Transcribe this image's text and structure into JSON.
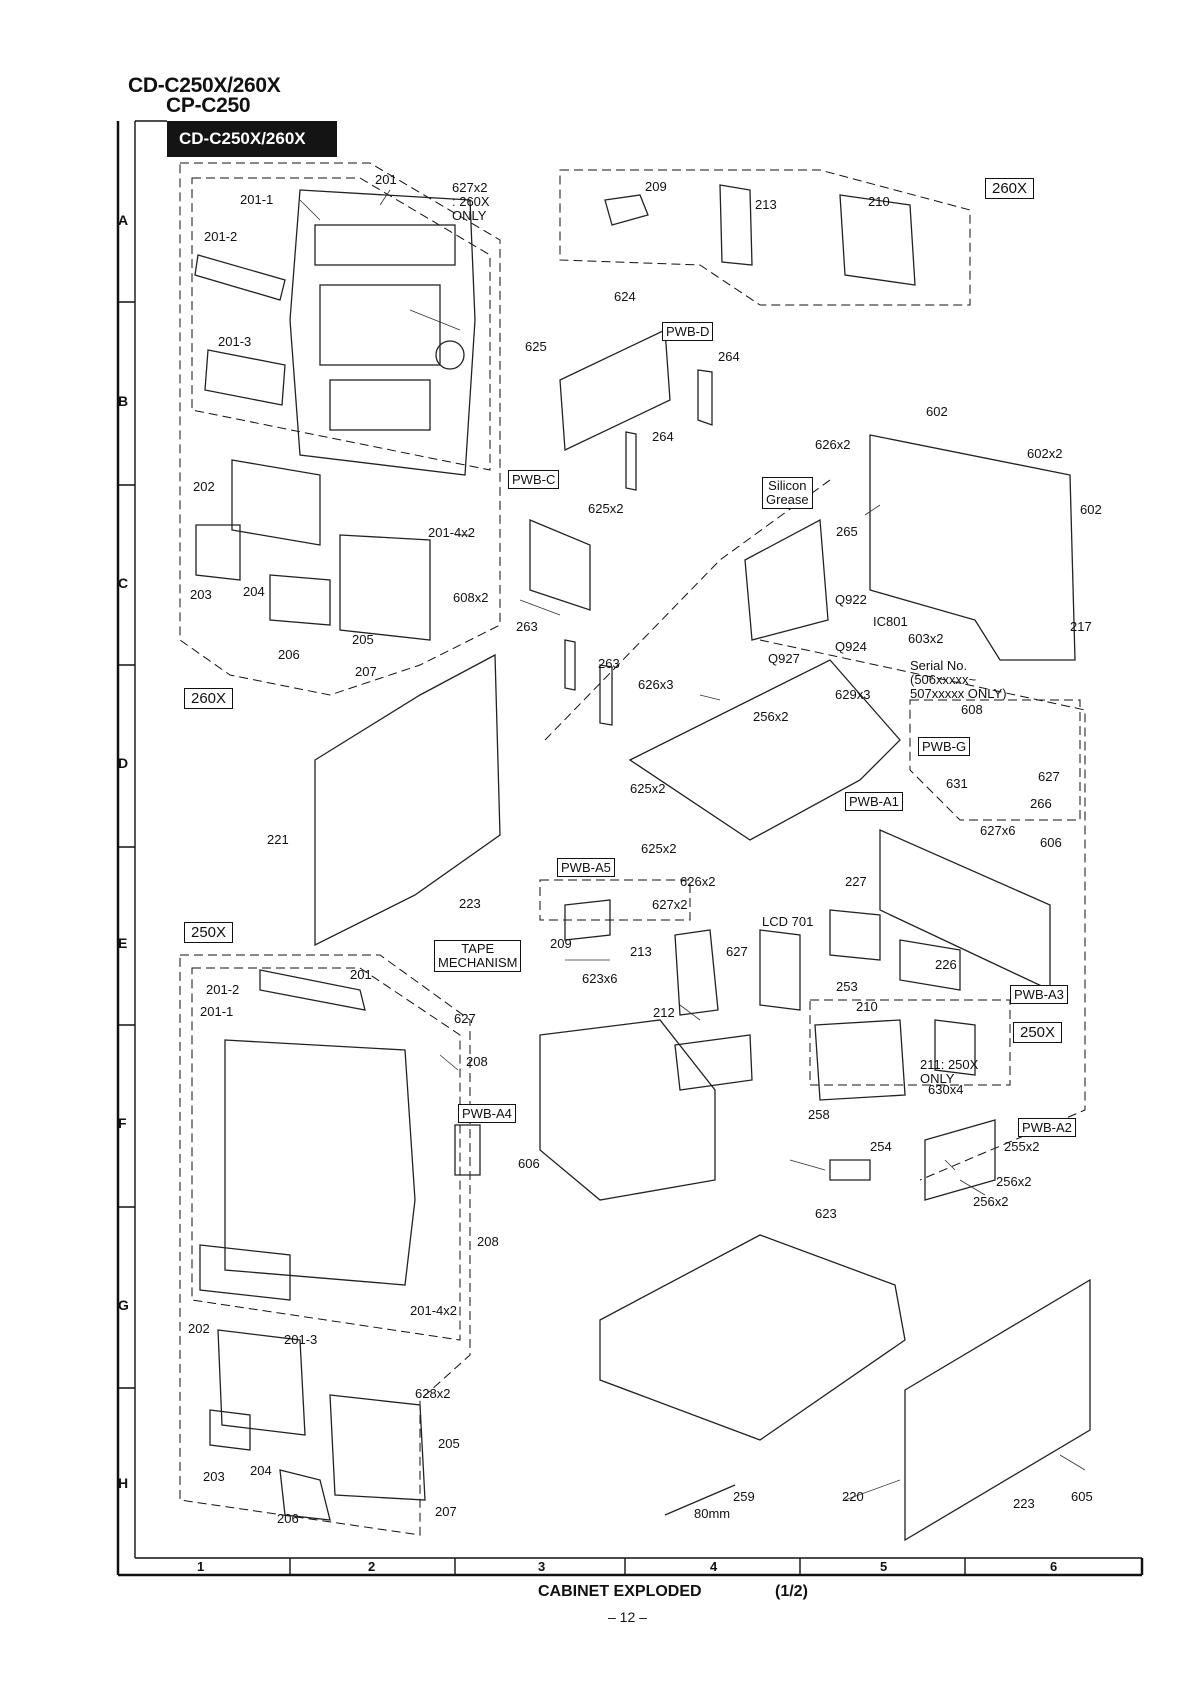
{
  "header": {
    "model_line1": "CD-C250X/260X",
    "model_line2": "CP-C250",
    "banner": "CD-C250X/260X"
  },
  "grid": {
    "rows": [
      "A",
      "B",
      "C",
      "D",
      "E",
      "F",
      "G",
      "H"
    ],
    "columns": [
      "1",
      "2",
      "3",
      "4",
      "5",
      "6"
    ]
  },
  "footer": {
    "caption": "CABINET EXPLODED",
    "part": "(1/2)",
    "page": "– 12 –"
  },
  "variant_tags": {
    "v260x_top": "260X",
    "v260x_left": "260X",
    "v250x_left": "250X",
    "v250x_right": "250X"
  },
  "boards": {
    "pwb_d": "PWB-D",
    "pwb_c": "PWB-C",
    "pwb_g": "PWB-G",
    "pwb_a1": "PWB-A1",
    "pwb_a5": "PWB-A5",
    "pwb_a4": "PWB-A4",
    "pwb_a3": "PWB-A3",
    "pwb_a2": "PWB-A2",
    "tape_mechanism": "TAPE\nMECHANISM",
    "silicon_grease": "Silicon\nGrease"
  },
  "notes": {
    "note_627_260x": "627x2\n: 260X\nONLY",
    "serial_note": "Serial No.\n(506xxxxx~\n507xxxxx ONLY)",
    "note_211": "211: 250X\nONLY"
  },
  "part_labels": [
    {
      "id": "p201_a",
      "text": "201"
    },
    {
      "id": "p201_1_a",
      "text": "201-1"
    },
    {
      "id": "p201_2_a",
      "text": "201-2"
    },
    {
      "id": "p201_3_a",
      "text": "201-3"
    },
    {
      "id": "p202_a",
      "text": "202"
    },
    {
      "id": "p203_a",
      "text": "203"
    },
    {
      "id": "p204_a",
      "text": "204"
    },
    {
      "id": "p205_a",
      "text": "205"
    },
    {
      "id": "p206_a",
      "text": "206"
    },
    {
      "id": "p207_a",
      "text": "207"
    },
    {
      "id": "p201_4x2_a",
      "text": "201-4x2"
    },
    {
      "id": "p608x2",
      "text": "608x2"
    },
    {
      "id": "p209_top",
      "text": "209"
    },
    {
      "id": "p213_top",
      "text": "213"
    },
    {
      "id": "p210_top",
      "text": "210"
    },
    {
      "id": "p624",
      "text": "624"
    },
    {
      "id": "p625",
      "text": "625"
    },
    {
      "id": "p264_a",
      "text": "264"
    },
    {
      "id": "p264_b",
      "text": "264"
    },
    {
      "id": "p625x2_a",
      "text": "625x2"
    },
    {
      "id": "p626x2_a",
      "text": "626x2"
    },
    {
      "id": "p602_a",
      "text": "602"
    },
    {
      "id": "p602x2",
      "text": "602x2"
    },
    {
      "id": "p602_b",
      "text": "602"
    },
    {
      "id": "p265",
      "text": "265"
    },
    {
      "id": "pQ922",
      "text": "Q922"
    },
    {
      "id": "pIC801",
      "text": "IC801"
    },
    {
      "id": "p603x2",
      "text": "603x2"
    },
    {
      "id": "pQ924",
      "text": "Q924"
    },
    {
      "id": "pQ927",
      "text": "Q927"
    },
    {
      "id": "p217",
      "text": "217"
    },
    {
      "id": "p263_a",
      "text": "263"
    },
    {
      "id": "p263_b",
      "text": "263"
    },
    {
      "id": "p626x3",
      "text": "626x3"
    },
    {
      "id": "p629x3",
      "text": "629x3"
    },
    {
      "id": "p256x2_a",
      "text": "256x2"
    },
    {
      "id": "p608_g",
      "text": "608"
    },
    {
      "id": "p627_g",
      "text": "627"
    },
    {
      "id": "p631",
      "text": "631"
    },
    {
      "id": "p266",
      "text": "266"
    },
    {
      "id": "p221",
      "text": "221"
    },
    {
      "id": "p223_a",
      "text": "223"
    },
    {
      "id": "p625x2_b",
      "text": "625x2"
    },
    {
      "id": "p625x2_c",
      "text": "625x2"
    },
    {
      "id": "p626x2_b",
      "text": "626x2"
    },
    {
      "id": "p627x2",
      "text": "627x2"
    },
    {
      "id": "p627x6",
      "text": "627x6"
    },
    {
      "id": "p606_a",
      "text": "606"
    },
    {
      "id": "p227",
      "text": "227"
    },
    {
      "id": "pLCD701",
      "text": "LCD 701"
    },
    {
      "id": "p209_mid",
      "text": "209"
    },
    {
      "id": "p213_mid",
      "text": "213"
    },
    {
      "id": "p627_mid",
      "text": "627"
    },
    {
      "id": "p226",
      "text": "226"
    },
    {
      "id": "p253",
      "text": "253"
    },
    {
      "id": "p623x6",
      "text": "623x6"
    },
    {
      "id": "p212",
      "text": "212"
    },
    {
      "id": "p210_mid",
      "text": "210"
    },
    {
      "id": "p201_b",
      "text": "201"
    },
    {
      "id": "p201_2_b",
      "text": "201-2"
    },
    {
      "id": "p201_1_b",
      "text": "201-1"
    },
    {
      "id": "p627_b",
      "text": "627"
    },
    {
      "id": "p208_a",
      "text": "208"
    },
    {
      "id": "p606_b",
      "text": "606"
    },
    {
      "id": "p208_b",
      "text": "208"
    },
    {
      "id": "p630x4",
      "text": "630x4"
    },
    {
      "id": "p258",
      "text": "258"
    },
    {
      "id": "p254",
      "text": "254"
    },
    {
      "id": "p255x2",
      "text": "255x2"
    },
    {
      "id": "p256x2_b",
      "text": "256x2"
    },
    {
      "id": "p256x2_c",
      "text": "256x2"
    },
    {
      "id": "p623",
      "text": "623"
    },
    {
      "id": "p201_4x2_b",
      "text": "201-4x2"
    },
    {
      "id": "p202_b",
      "text": "202"
    },
    {
      "id": "p201_3_b",
      "text": "201-3"
    },
    {
      "id": "p628x2",
      "text": "628x2"
    },
    {
      "id": "p205_b",
      "text": "205"
    },
    {
      "id": "p203_b",
      "text": "203"
    },
    {
      "id": "p204_b",
      "text": "204"
    },
    {
      "id": "p206_b",
      "text": "206"
    },
    {
      "id": "p207_b",
      "text": "207"
    },
    {
      "id": "p259",
      "text": "259"
    },
    {
      "id": "p80mm",
      "text": "80mm"
    },
    {
      "id": "p220",
      "text": "220"
    },
    {
      "id": "p223_b",
      "text": "223"
    },
    {
      "id": "p605",
      "text": "605"
    }
  ]
}
